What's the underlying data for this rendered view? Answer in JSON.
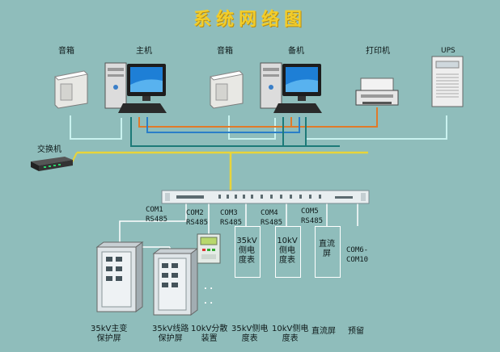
{
  "title": "系统网络图",
  "devices": {
    "speaker1": "音箱",
    "host": "主机",
    "speaker2": "音箱",
    "standby": "备机",
    "printer": "打印机",
    "ups": "UPS",
    "switch": "交换机"
  },
  "ports": [
    {
      "com": "COM1",
      "bus": "RS485"
    },
    {
      "com": "COM2",
      "bus": "RS485"
    },
    {
      "com": "COM3",
      "bus": "RS485"
    },
    {
      "com": "COM4",
      "bus": "RS485"
    },
    {
      "com": "COM5",
      "bus": "RS485"
    }
  ],
  "boxes": {
    "meter35": [
      "35kV",
      "侧电",
      "度表"
    ],
    "meter10": [
      "10kV",
      "侧电",
      "度表"
    ],
    "dc": [
      "直流",
      "屏"
    ]
  },
  "com_reserved": [
    "COM6-",
    "COM10"
  ],
  "ellipsis": ". .",
  "bottom": {
    "cab35_main": [
      "35kV主变",
      "保护屏"
    ],
    "cab35_line": [
      "35kV线路",
      "保护屏"
    ],
    "dev10": [
      "10kV分散",
      "装置"
    ],
    "meter35": [
      "35kV侧电",
      "度表"
    ],
    "meter10": [
      "10kV侧电",
      "度表"
    ],
    "dc": "直流屏",
    "reserved": "预留"
  },
  "colors": {
    "background": "#8fbdbb",
    "title": "#f2cd2a",
    "lan_yellow": "#e8d43a",
    "link_orange": "#e07a2a",
    "link_blue": "#2a7ec8",
    "link_cyan": "#c9f2ef",
    "link_teal": "#1d7a78"
  }
}
